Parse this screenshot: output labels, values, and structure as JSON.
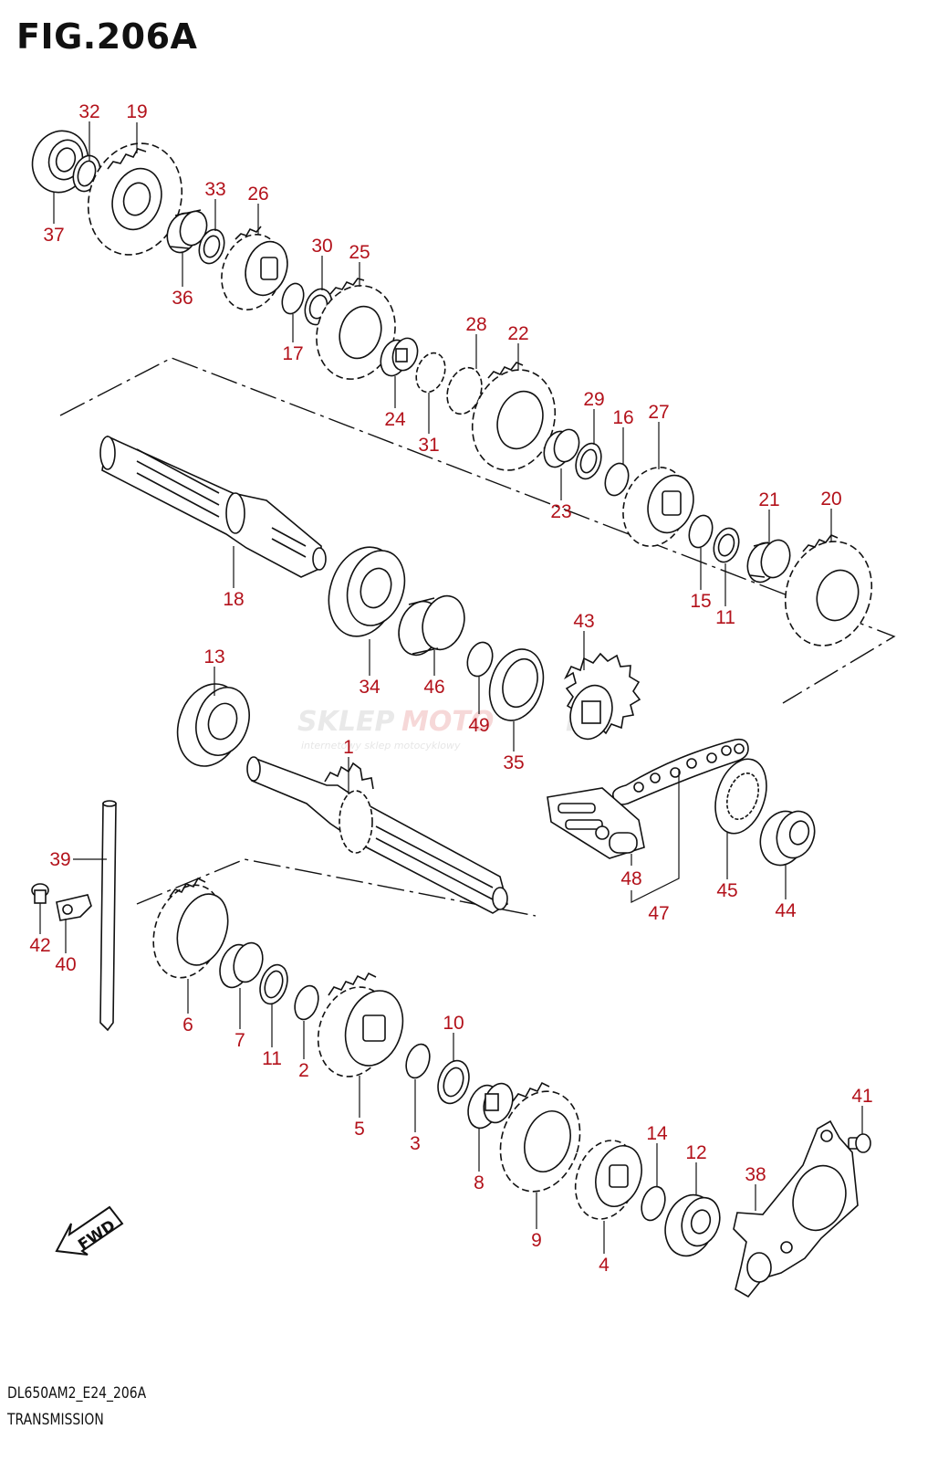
{
  "header": {
    "figure_title": "FIG.206A"
  },
  "footer": {
    "diagram_code": "DL650AM2_E24_206A",
    "assembly_name": "TRANSMISSION"
  },
  "watermark": {
    "brand_left": "SKLEP",
    "brand_mid": "MOTO",
    "brand_right": "PL",
    "tagline": "internetowy sklep motocyklowy"
  },
  "direction_marker": {
    "label": "FWD",
    "icon": "forward-arrow-icon"
  },
  "colors": {
    "callout": "#b3121b",
    "line": "#111111",
    "watermark": "#e7e7e7"
  },
  "callouts": {
    "p32": "32",
    "p19": "19",
    "p37": "37",
    "p33": "33",
    "p26": "26",
    "p36": "36",
    "p30": "30",
    "p25": "25",
    "p17": "17",
    "p28": "28",
    "p22": "22",
    "p24": "24",
    "p31": "31",
    "p29": "29",
    "p16": "16",
    "p27": "27",
    "p23": "23",
    "p21": "21",
    "p20": "20",
    "p18": "18",
    "p15": "15",
    "p11a": "11",
    "p34": "34",
    "p46": "46",
    "p43": "43",
    "p49": "49",
    "p35": "35",
    "p13": "13",
    "p1": "1",
    "p39": "39",
    "p42": "42",
    "p40": "40",
    "p48": "48",
    "p47": "47",
    "p45": "45",
    "p44": "44",
    "p6": "6",
    "p7": "7",
    "p11b": "11",
    "p2": "2",
    "p5": "5",
    "p10": "10",
    "p3": "3",
    "p8": "8",
    "p9": "9",
    "p4": "4",
    "p14": "14",
    "p12": "12",
    "p38": "38",
    "p41": "41"
  }
}
